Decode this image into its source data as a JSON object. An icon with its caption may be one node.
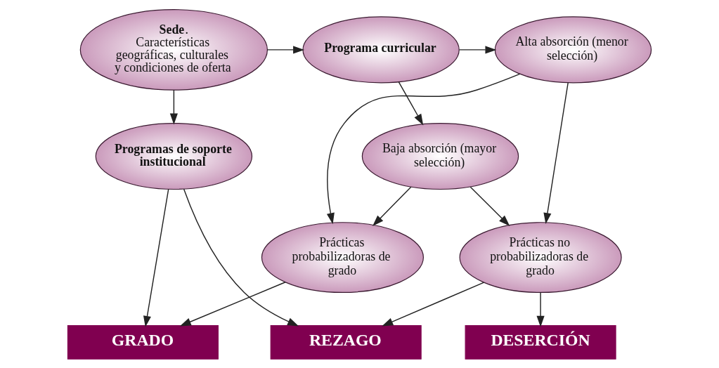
{
  "diagram": {
    "nodes": [
      {
        "text": [
          "**Sede**. Características geográficas, culturales y condiciones de oferta"
        ]
      },
      {
        "text": [
          "Programa curricular"
        ]
      },
      {
        "text": [
          "Alta absorción (menor selección)"
        ]
      },
      {
        "text": [
          "Baja absorción (mayor selección)"
        ]
      },
      {
        "text": [
          "Programas de soporte institucional"
        ]
      },
      {
        "text": [
          "Prácticas probabilizadoras de grado"
        ]
      },
      {
        "text": [
          "Prácticas no probabilizadoras de grado"
        ]
      },
      {
        "text": [
          "GRADO"
        ]
      },
      {
        "text": [
          "REZAGO"
        ]
      },
      {
        "text": [
          "DESERCIÓN"
        ]
      }
    ],
    "edges": [
      {
        "from": 0,
        "to": 1,
        "arrow": "to"
      },
      {
        "from": 1,
        "to": 2,
        "arrow": "to"
      },
      {
        "from": 1,
        "to": 3,
        "arrow": "to"
      },
      {
        "from": 0,
        "to": 4,
        "arrow": "to"
      },
      {
        "from": 2,
        "to": 5,
        "arrow": "to"
      },
      {
        "from": 2,
        "to": 6,
        "arrow": "to"
      },
      {
        "from": 3,
        "to": 5,
        "arrow": "to"
      },
      {
        "from": 3,
        "to": 6,
        "arrow": "to"
      },
      {
        "from": 4,
        "to": 7,
        "arrow": "to"
      },
      {
        "from": 4,
        "to": 8,
        "arrow": "to"
      },
      {
        "from": 5,
        "to": 7,
        "arrow": "to"
      },
      {
        "from": 6,
        "to": 8,
        "arrow": "to"
      },
      {
        "from": 6,
        "to": 9,
        "arrow": "to"
      }
    ]
  }
}
